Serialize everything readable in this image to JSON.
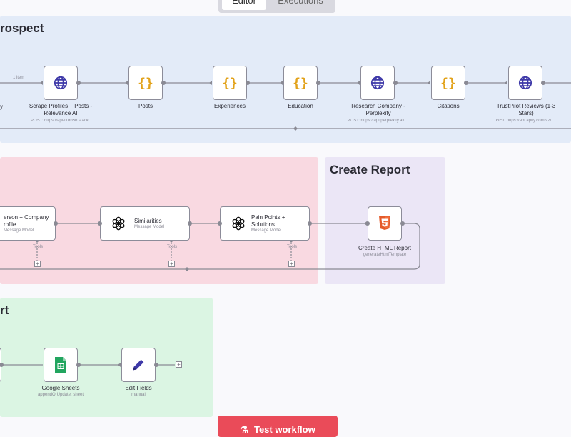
{
  "tabs": {
    "editor": "Editor",
    "executions": "Executions"
  },
  "sticky_notes": {
    "prospect": "rospect",
    "create_report": "Create Report",
    "export": "rt"
  },
  "row1": {
    "edge_label": "1 item",
    "nodes": [
      {
        "title": "Scrape Profiles + Posts - Relevance AI",
        "subtitle": "POST: https://api-f1db5b.stack...",
        "icon": "globe-icon"
      },
      {
        "title": "Posts",
        "icon": "curly-braces-icon"
      },
      {
        "title": "Experiences",
        "icon": "curly-braces-icon"
      },
      {
        "title": "Education",
        "icon": "curly-braces-icon"
      },
      {
        "title": "Research Company - Perplexity",
        "subtitle": "POST: https://api.perplexity.ai/...",
        "icon": "globe-icon"
      },
      {
        "title": "Citations",
        "icon": "curly-braces-icon"
      },
      {
        "title": "TrustPilot Reviews (1-3 Stars)",
        "subtitle": "GET: https://api.apify.com/v2/...",
        "icon": "globe-icon"
      }
    ],
    "left_partial": "y"
  },
  "row2": {
    "nodes": [
      {
        "title": "erson + Company\nrofile",
        "subtitle": "Message Model",
        "icon": "openai-icon"
      },
      {
        "title": "Similarities",
        "subtitle": "Message Model",
        "icon": "openai-icon"
      },
      {
        "title": "Pain Points + Solutions",
        "subtitle": "Message Model",
        "icon": "openai-icon"
      }
    ],
    "tools_label": "Tools",
    "html_node": {
      "title": "Create HTML Report",
      "subtitle": "generateHtmlTemplate",
      "icon": "html5-icon"
    }
  },
  "row3": {
    "nodes": [
      {
        "title": "Google Sheets",
        "subtitle": "appendOrUpdate: sheet",
        "icon": "google-sheets-icon"
      },
      {
        "title": "Edit Fields",
        "subtitle": "manual",
        "icon": "pencil-icon"
      }
    ]
  },
  "test_button": {
    "label": "Test workflow",
    "icon": "flask-icon"
  },
  "colors": {
    "prospect_note": "#e3ebf8",
    "report_note": "#ebe6f6",
    "analysis_note": "#f9d9e1",
    "export_note": "#dbf5e3",
    "accent": "#ea4b59"
  }
}
